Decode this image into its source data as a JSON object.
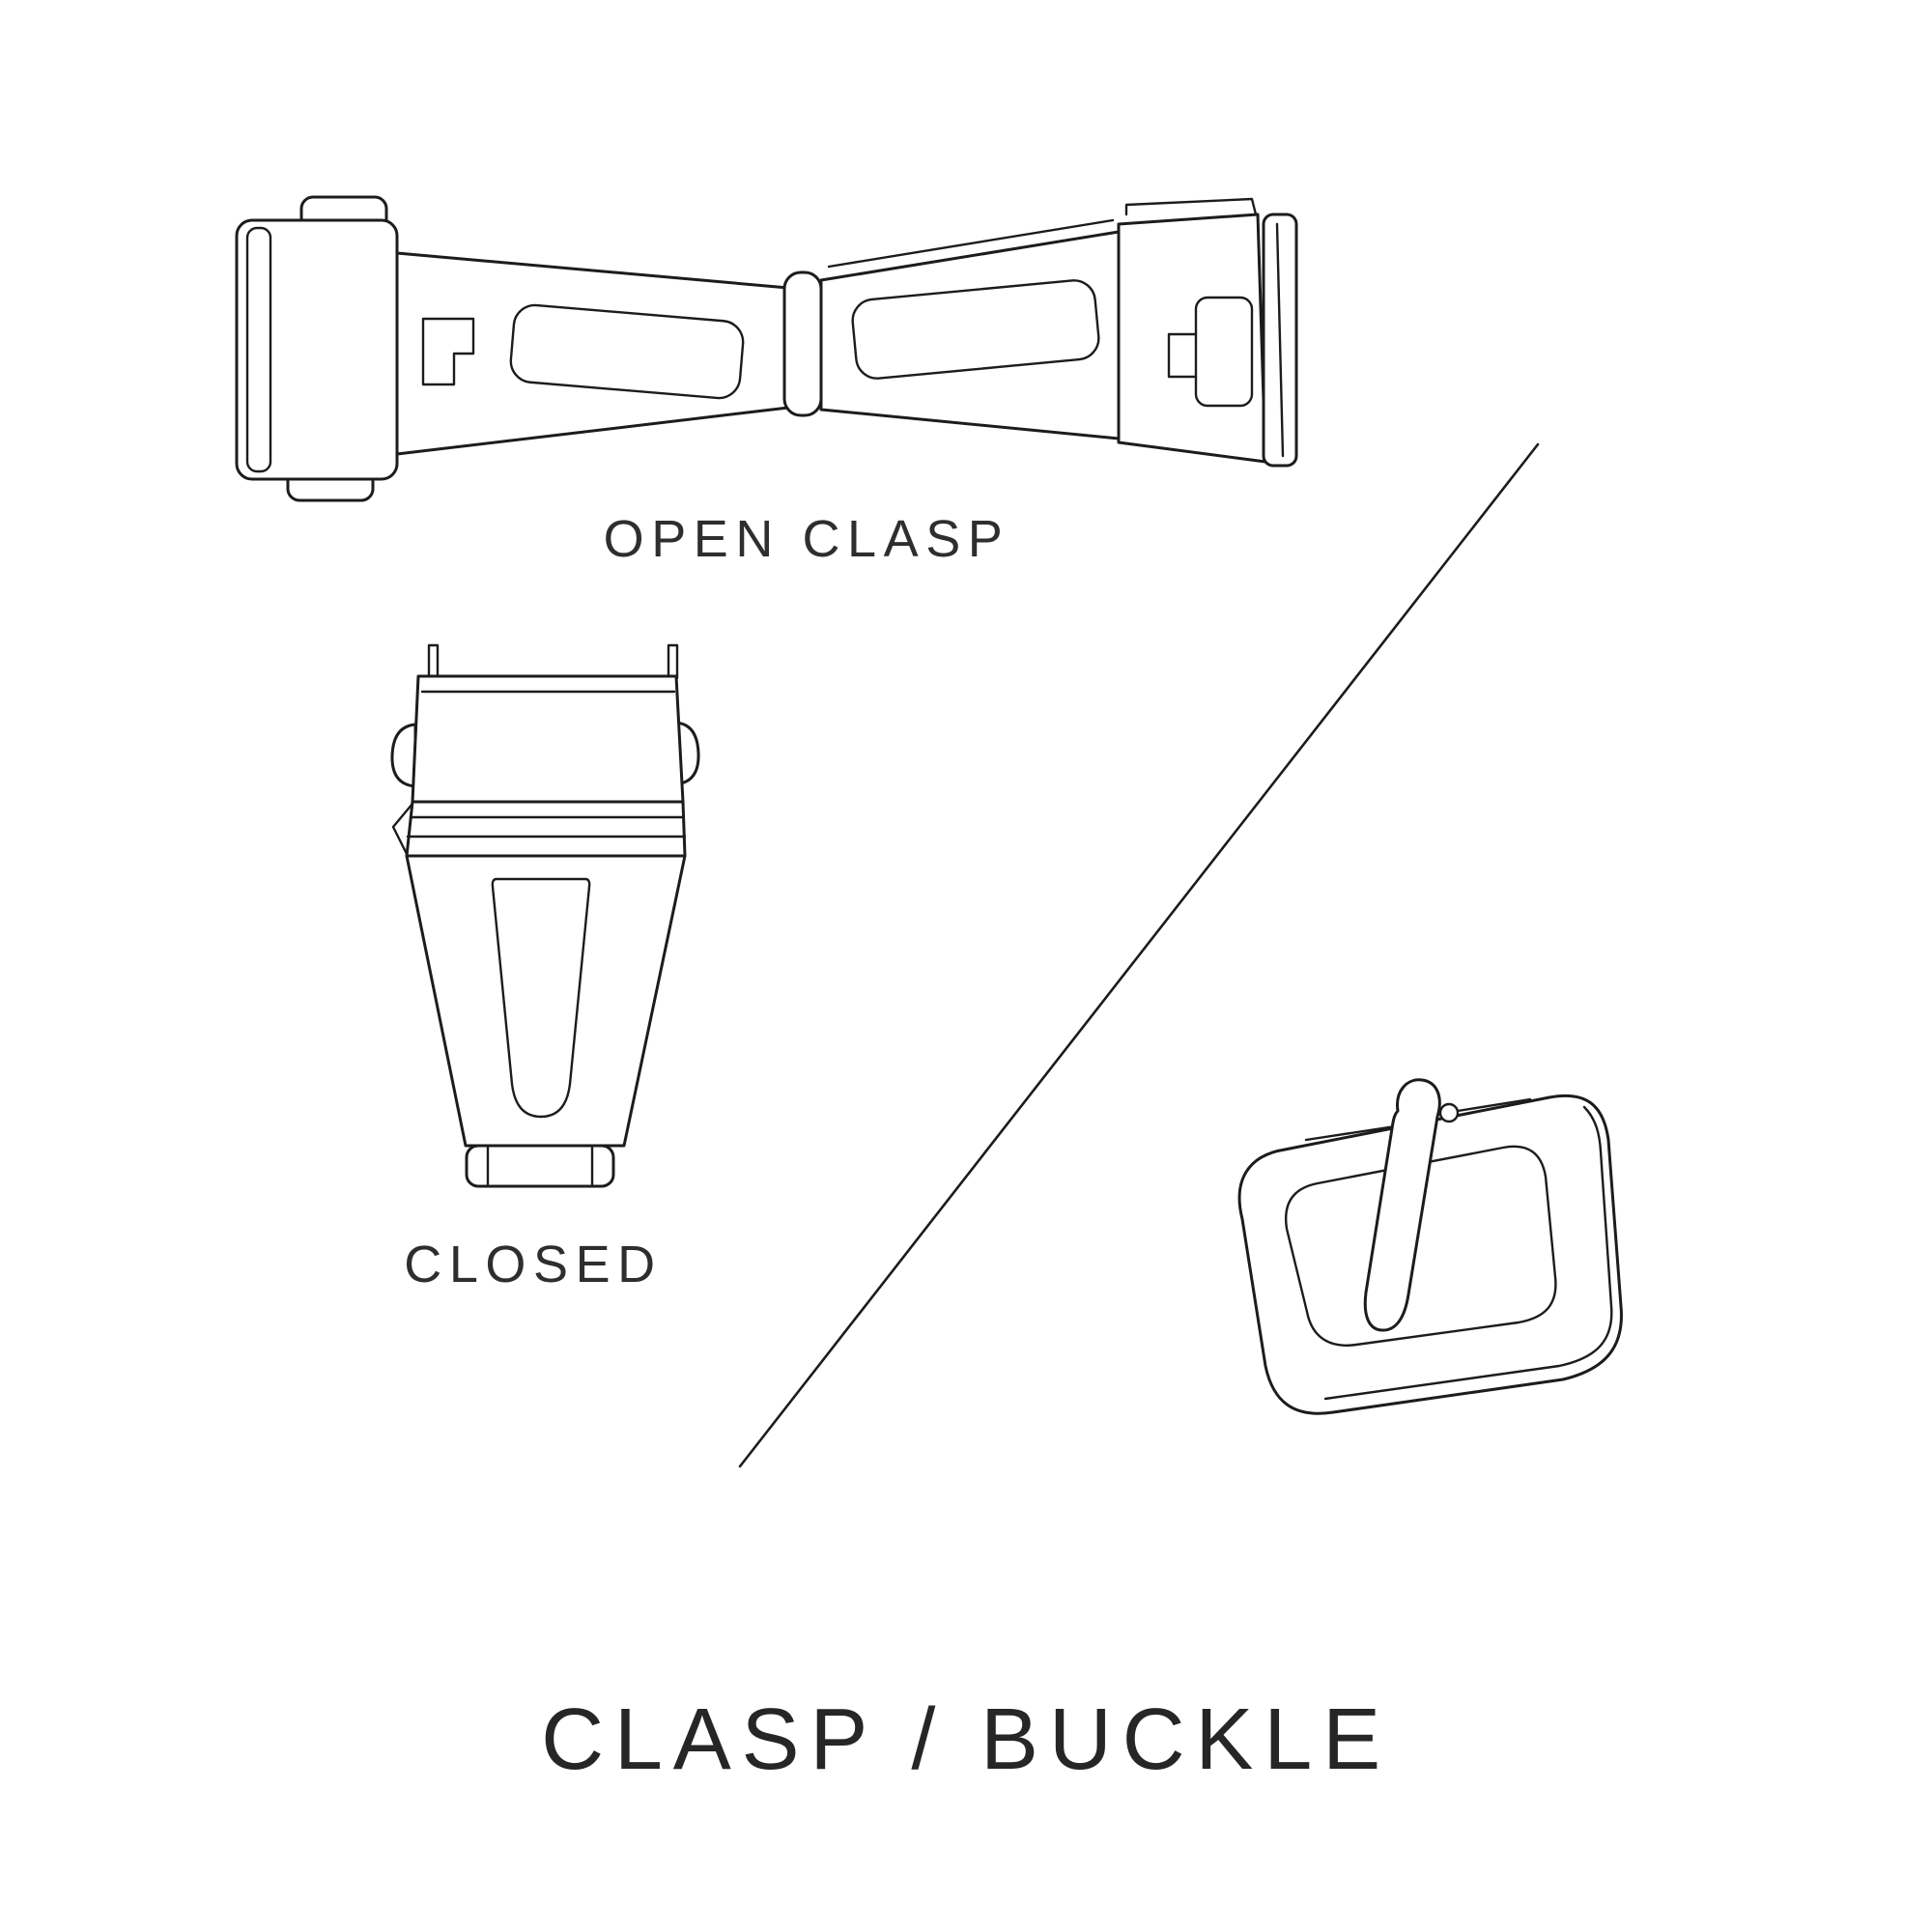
{
  "page": {
    "background_color": "#ffffff",
    "line_color": "#1c1c1c",
    "text_color": "#2e2e2e"
  },
  "diagram": {
    "title": "CLASP / BUCKLE",
    "labels": {
      "open_clasp": "OPEN CLASP",
      "closed": "CLOSED"
    },
    "illustrations": [
      {
        "name": "open-clasp",
        "caption": "OPEN CLASP"
      },
      {
        "name": "closed-clasp",
        "caption": "CLOSED"
      },
      {
        "name": "tang-buckle",
        "caption": ""
      }
    ]
  }
}
